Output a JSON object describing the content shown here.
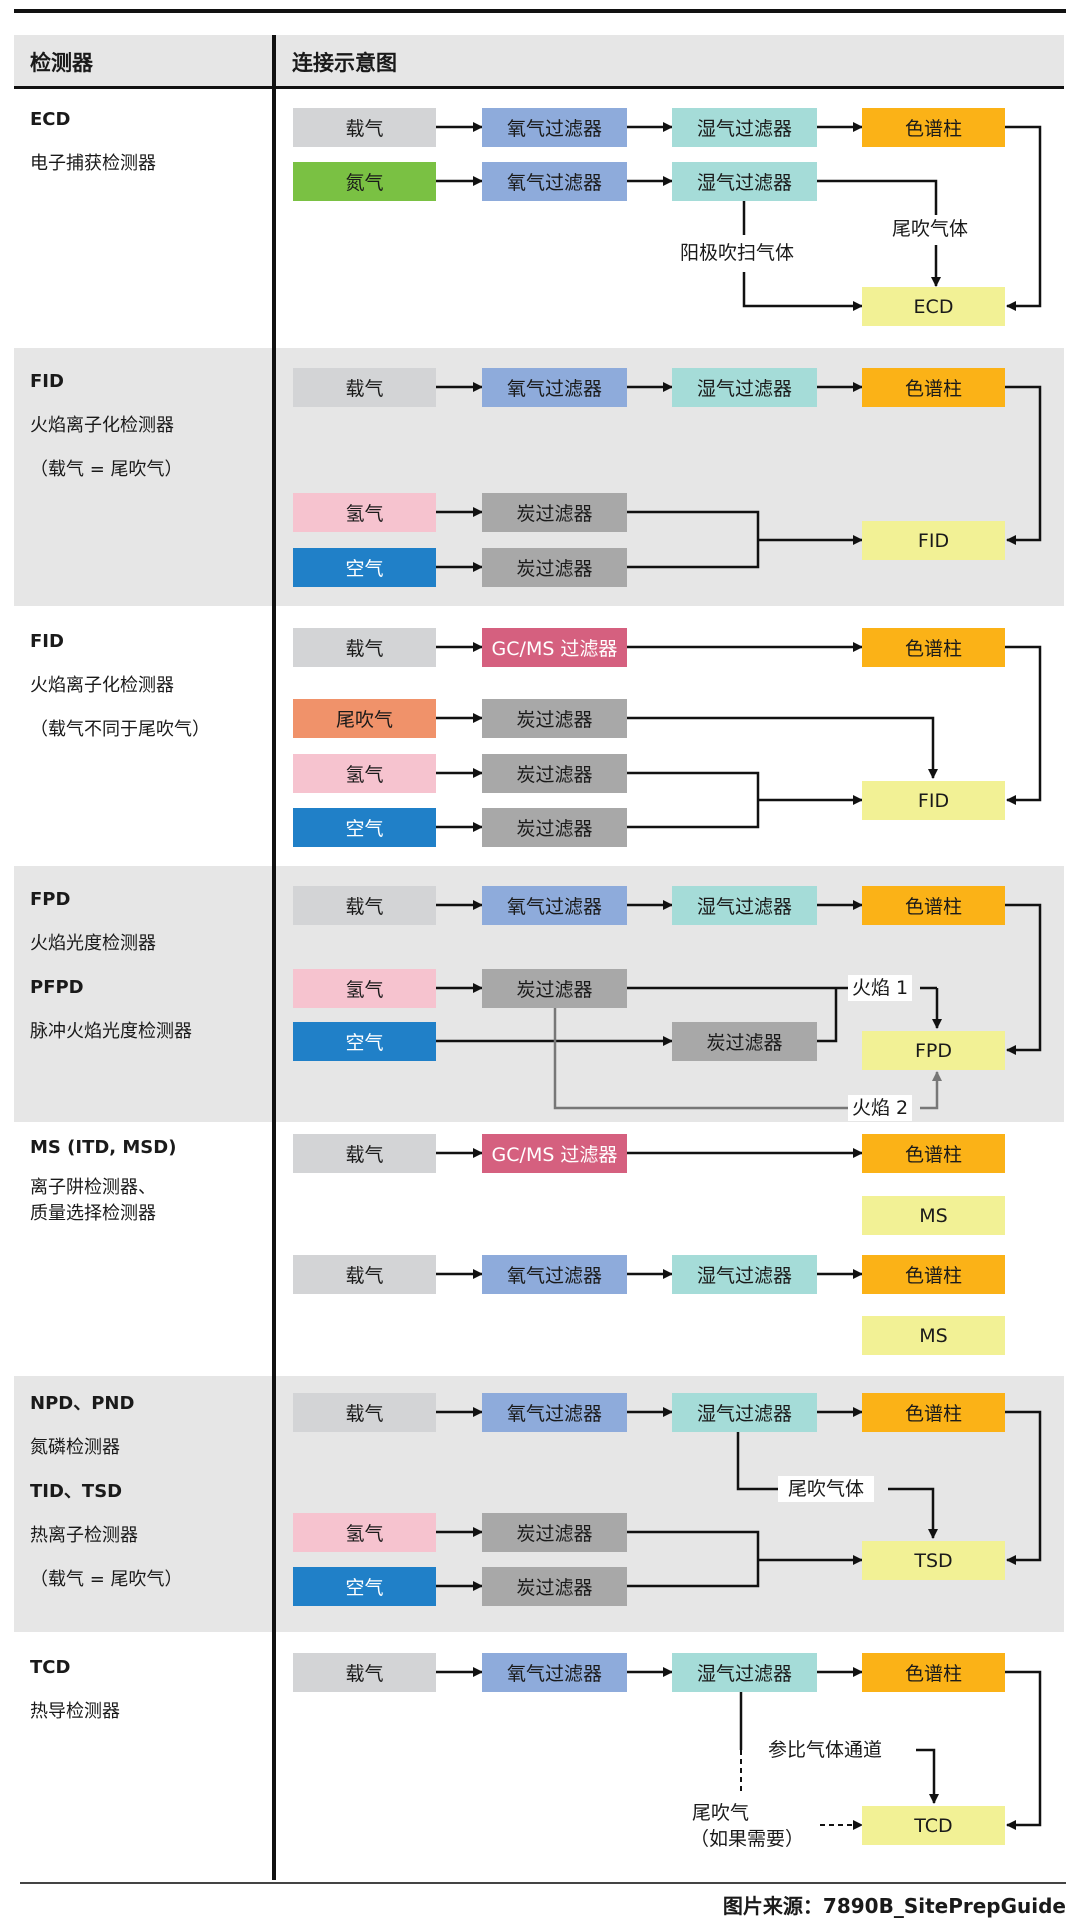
{
  "header": {
    "col1": "检测器",
    "col2": "连接示意图"
  },
  "detectors": {
    "ecd": {
      "code": "ECD",
      "name": "电子捕获检测器"
    },
    "fid1": {
      "code": "FID",
      "name": "火焰离子化检测器",
      "note": "（载气 = 尾吹气）"
    },
    "fid2": {
      "code": "FID",
      "name": "火焰离子化检测器",
      "note": "（载气不同于尾吹气）"
    },
    "fpd": {
      "code": "FPD",
      "name": "火焰光度检测器",
      "code2": "PFPD",
      "name2": "脉冲火焰光度检测器"
    },
    "ms": {
      "code": "MS (ITD, MSD)",
      "name": "离子阱检测器、",
      "name2": "质量选择检测器"
    },
    "npd": {
      "code": "NPD、PND",
      "name": "氮磷检测器",
      "code2": "TID、TSD",
      "name2": "热离子检测器",
      "note": "（载气 = 尾吹气）"
    },
    "tcd": {
      "code": "TCD",
      "name": "热导检测器"
    }
  },
  "boxes": {
    "carrier": "载气",
    "nitrogen": "氮气",
    "hydrogen": "氢气",
    "air": "空气",
    "makeup": "尾吹气",
    "oxygen_filter": "氧气过滤器",
    "moisture_filter": "湿气过滤器",
    "carbon_filter": "炭过滤器",
    "gcms_filter": "GC/MS 过滤器",
    "column": "色谱柱",
    "ecd": "ECD",
    "fid": "FID",
    "fpd": "FPD",
    "ms": "MS",
    "tsd": "TSD",
    "tcd": "TCD"
  },
  "labels": {
    "makeup_gas": "尾吹气体",
    "anode_purge": "阳极吹扫气体",
    "flame1": "火焰 1",
    "flame2": "火焰 2",
    "reference": "参比气体通道",
    "makeup_optional": "尾吹气",
    "if_needed": "（如果需要）"
  },
  "colors": {
    "carrier": "#d3d4d6",
    "nitrogen_green": "#7ac143",
    "hydrogen": "#f6c3cf",
    "air": "#2080c8",
    "makeup": "#f0926a",
    "oxygen_filter": "#8eabdb",
    "moisture_filter": "#a5dcd8",
    "carbon_filter": "#a8a8a8",
    "gcms_filter": "#d5607f",
    "column": "#fbb217",
    "detector": "#f2f195",
    "band": "#e6e6e6"
  },
  "source": "图片来源：7890B_SitePrepGuide"
}
